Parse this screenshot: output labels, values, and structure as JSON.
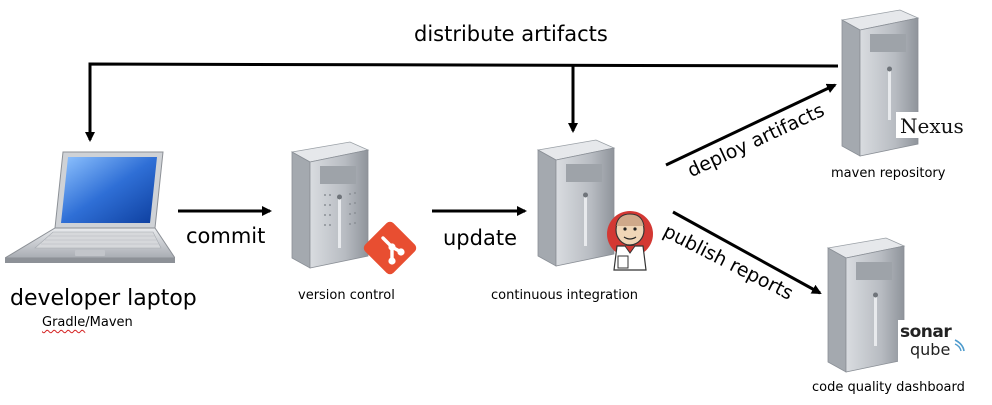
{
  "title": "distribute artifacts",
  "nodes": {
    "laptop": {
      "label": "developer laptop",
      "sublabel_a": "Gradle",
      "sublabel_sep": "/",
      "sublabel_b": "Maven"
    },
    "vcs": {
      "label": "version control",
      "icon": "git-icon"
    },
    "ci": {
      "label": "continuous integration",
      "icon": "jenkins-icon"
    },
    "repo": {
      "label": "maven repository",
      "logo_text": "Nexus"
    },
    "quality": {
      "label": "code quality dashboard",
      "logo_top": "sonar",
      "logo_bottom": "qube"
    }
  },
  "edges": {
    "commit": "commit",
    "update": "update",
    "deploy": "deploy artifacts",
    "publish": "publish reports"
  },
  "colors": {
    "git": "#e84e31",
    "jenkins_red": "#d33833",
    "server_gray": "#b8bcc2",
    "screen_blue": "#2f6fd6",
    "arrow": "#000000"
  }
}
